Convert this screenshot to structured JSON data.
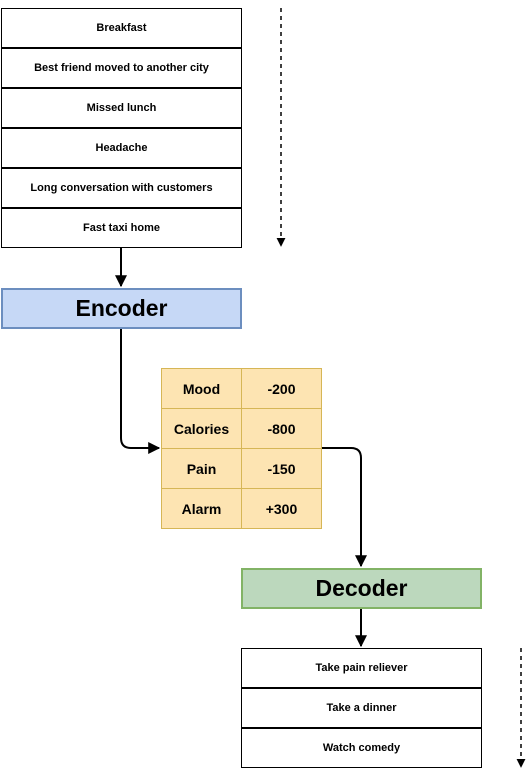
{
  "events": [
    "Breakfast",
    "Best friend moved to another city",
    "Missed lunch",
    "Headache",
    "Long conversation with customers",
    "Fast taxi home"
  ],
  "encoder": "Encoder",
  "latent": [
    {
      "name": "Mood",
      "value": "-200"
    },
    {
      "name": "Calories",
      "value": "-800"
    },
    {
      "name": "Pain",
      "value": "-150"
    },
    {
      "name": "Alarm",
      "value": "+300"
    }
  ],
  "decoder": "Decoder",
  "actions": [
    "Take pain reliever",
    "Take a dinner",
    "Watch comedy"
  ],
  "colors": {
    "encoder_fill": "#c6d8f6",
    "encoder_stroke": "#6c8ebf",
    "decoder_fill": "#bcd8bd",
    "decoder_stroke": "#82b366",
    "latent_fill": "#fde4b2",
    "latent_stroke": "#d6b656"
  }
}
